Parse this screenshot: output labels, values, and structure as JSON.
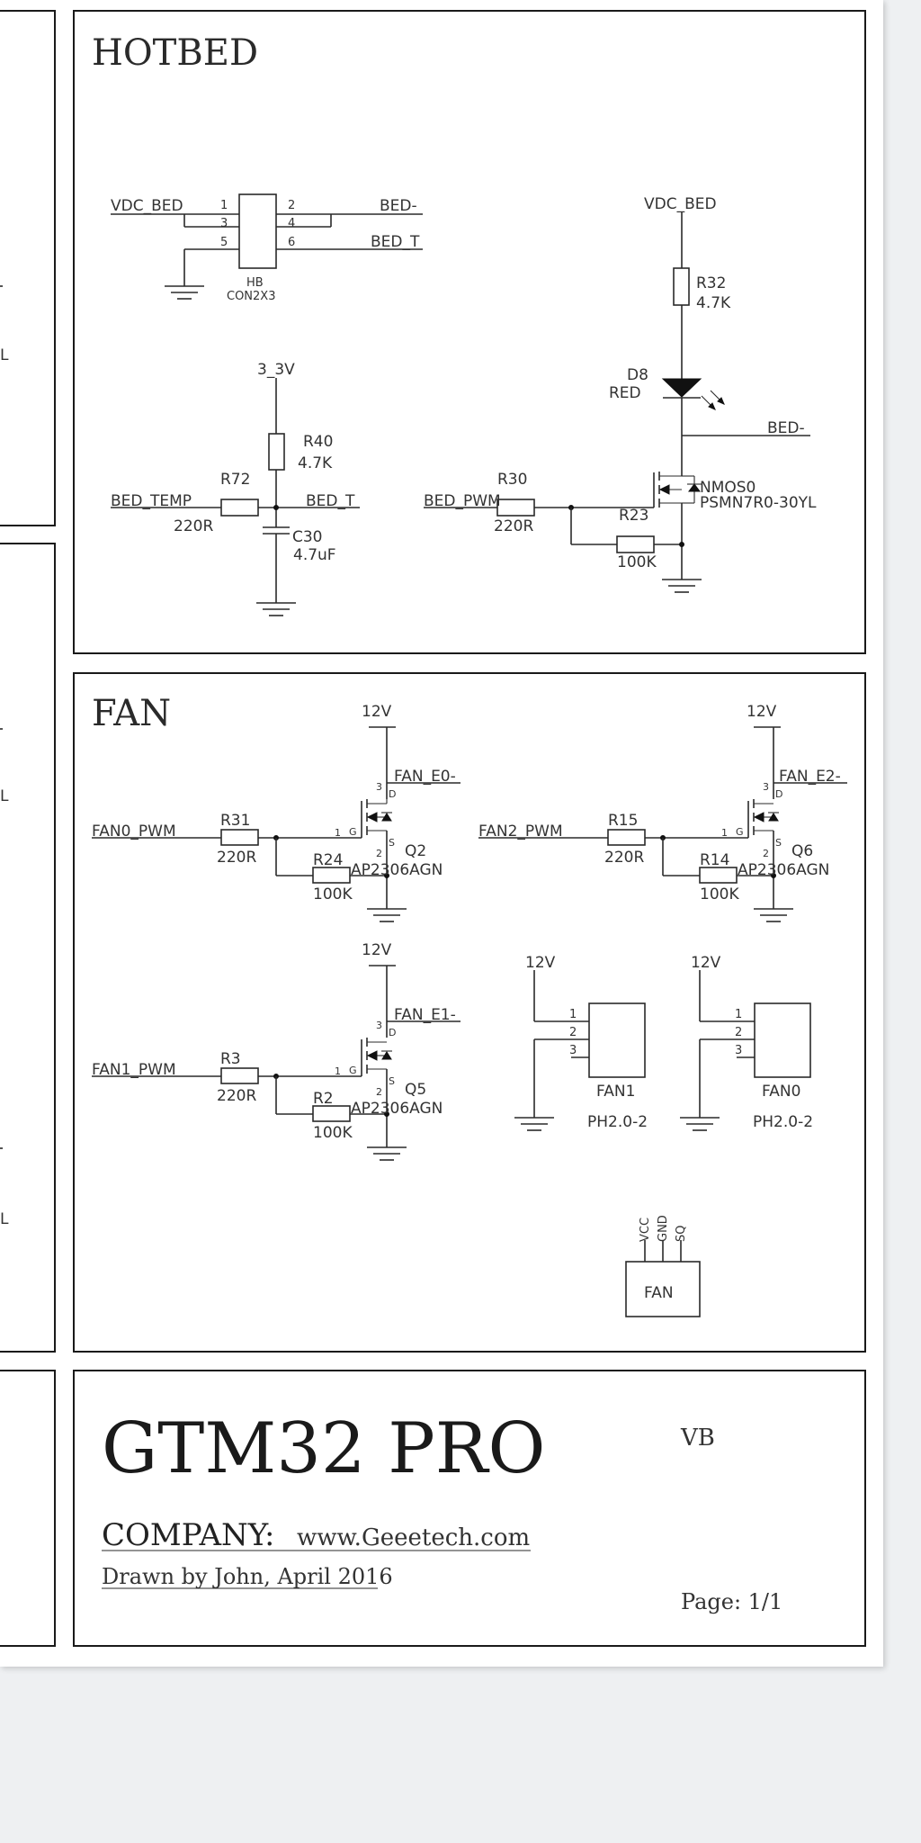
{
  "hotbed": {
    "title": "HOTBED",
    "hb": {
      "net_vdc": "VDC_BED",
      "net_bed_minus": "BED-",
      "net_bed_t": "BED_T",
      "pins": [
        "1",
        "2",
        "3",
        "4",
        "5",
        "6"
      ],
      "ref": "HB",
      "value": "CON2X3"
    },
    "temp": {
      "supply": "3_3V",
      "r40_ref": "R40",
      "r40_val": "4.7K",
      "r72_ref": "R72",
      "r72_val": "220R",
      "net_in": "BED_TEMP",
      "net_out": "BED_T",
      "c30_ref": "C30",
      "c30_val": "4.7uF"
    },
    "led": {
      "supply": "VDC_BED",
      "r32_ref": "R32",
      "r32_val": "4.7K",
      "d8_ref": "D8",
      "d8_val": "RED",
      "net_bed_minus": "BED-"
    },
    "mosfet": {
      "net_in": "BED_PWM",
      "r30_ref": "R30",
      "r30_val": "220R",
      "r23_ref": "R23",
      "r23_val": "100K",
      "ref": "NMOS0",
      "value": "PSMN7R0-30YL"
    }
  },
  "fan": {
    "title": "FAN",
    "drivers": [
      {
        "supply": "12V",
        "net_out": "FAN_E0-",
        "net_in": "FAN0_PWM",
        "rg_ref": "R31",
        "rg_val": "220R",
        "rp_ref": "R24",
        "rp_val": "100K",
        "q_ref": "Q2",
        "q_val": "AP2306AGN"
      },
      {
        "supply": "12V",
        "net_out": "FAN_E2-",
        "net_in": "FAN2_PWM",
        "rg_ref": "R15",
        "rg_val": "220R",
        "rp_ref": "R14",
        "rp_val": "100K",
        "q_ref": "Q6",
        "q_val": "AP2306AGN"
      },
      {
        "supply": "12V",
        "net_out": "FAN_E1-",
        "net_in": "FAN1_PWM",
        "rg_ref": "R3",
        "rg_val": "220R",
        "rp_ref": "R2",
        "rp_val": "100K",
        "q_ref": "Q5",
        "q_val": "AP2306AGN"
      }
    ],
    "fet_pins": {
      "g": "G",
      "d": "D",
      "s": "S",
      "one": "1",
      "two": "2",
      "three": "3"
    },
    "connectors": [
      {
        "supply": "12V",
        "ref": "FAN1",
        "value": "PH2.0-2",
        "pins": [
          "1",
          "2",
          "3"
        ]
      },
      {
        "supply": "12V",
        "ref": "FAN0",
        "value": "PH2.0-2",
        "pins": [
          "1",
          "2",
          "3"
        ]
      }
    ],
    "fan_symbol": {
      "pins": [
        "VCC",
        "GND",
        "SQ"
      ],
      "label": "FAN"
    }
  },
  "title_block": {
    "name": "GTM32 PRO",
    "version": "VB",
    "company_label": "COMPANY:",
    "company_url": "www.Geeetech.com",
    "drawn_by": "Drawn by John, April  2016",
    "page": "Page: 1/1"
  },
  "left_edge": {
    "partial_marks": [
      "L",
      "L",
      "L"
    ]
  }
}
